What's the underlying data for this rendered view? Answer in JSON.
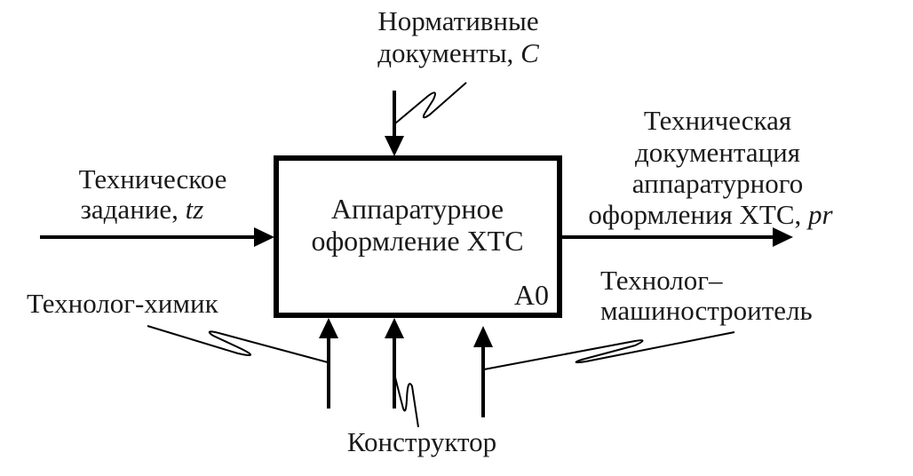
{
  "diagram": {
    "type": "IDEF0 context diagram",
    "function_box": {
      "title_line1": "Аппаратурное",
      "title_line2": "оформление ХТС",
      "node_id": "A0"
    },
    "control": {
      "line1": "Нормативные",
      "line2_text": "документы, ",
      "line2_symbol": "C"
    },
    "input": {
      "line1": "Техническое",
      "line2_text": "задание, ",
      "line2_symbol": "tz"
    },
    "output": {
      "line1": "Техническая",
      "line2": "документация",
      "line3": "аппаратурного",
      "line4_text": "оформления ХТС, ",
      "line4_symbol": "pr"
    },
    "mechanisms": [
      {
        "label": "Технолог-химик"
      },
      {
        "label": "Конструктор"
      },
      {
        "label_line1": "Технолог–",
        "label_line2": "машиностроитель"
      }
    ]
  }
}
